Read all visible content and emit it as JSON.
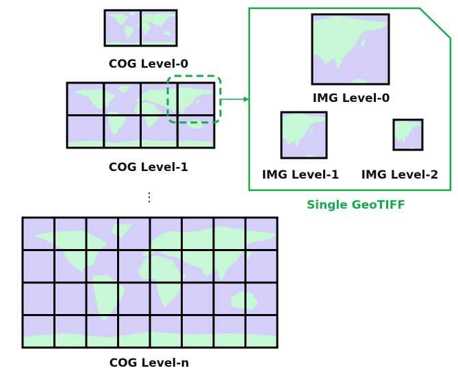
{
  "colors": {
    "ocean": "#d4cff9",
    "land": "#c6f8d6",
    "border": "#000000",
    "accent": "#1aa84f"
  },
  "cog_levels": [
    {
      "label": "COG Level-0",
      "cols": 2,
      "rows": 1
    },
    {
      "label": "COG Level-1",
      "cols": 4,
      "rows": 2
    },
    {
      "label": "COG Level-n",
      "cols": 8,
      "rows": 4
    }
  ],
  "ellipsis": "⋮",
  "geotiff": {
    "title": "Single GeoTIFF",
    "images": [
      {
        "label": "IMG Level-0"
      },
      {
        "label": "IMG Level-1"
      },
      {
        "label": "IMG Level-2"
      }
    ]
  }
}
